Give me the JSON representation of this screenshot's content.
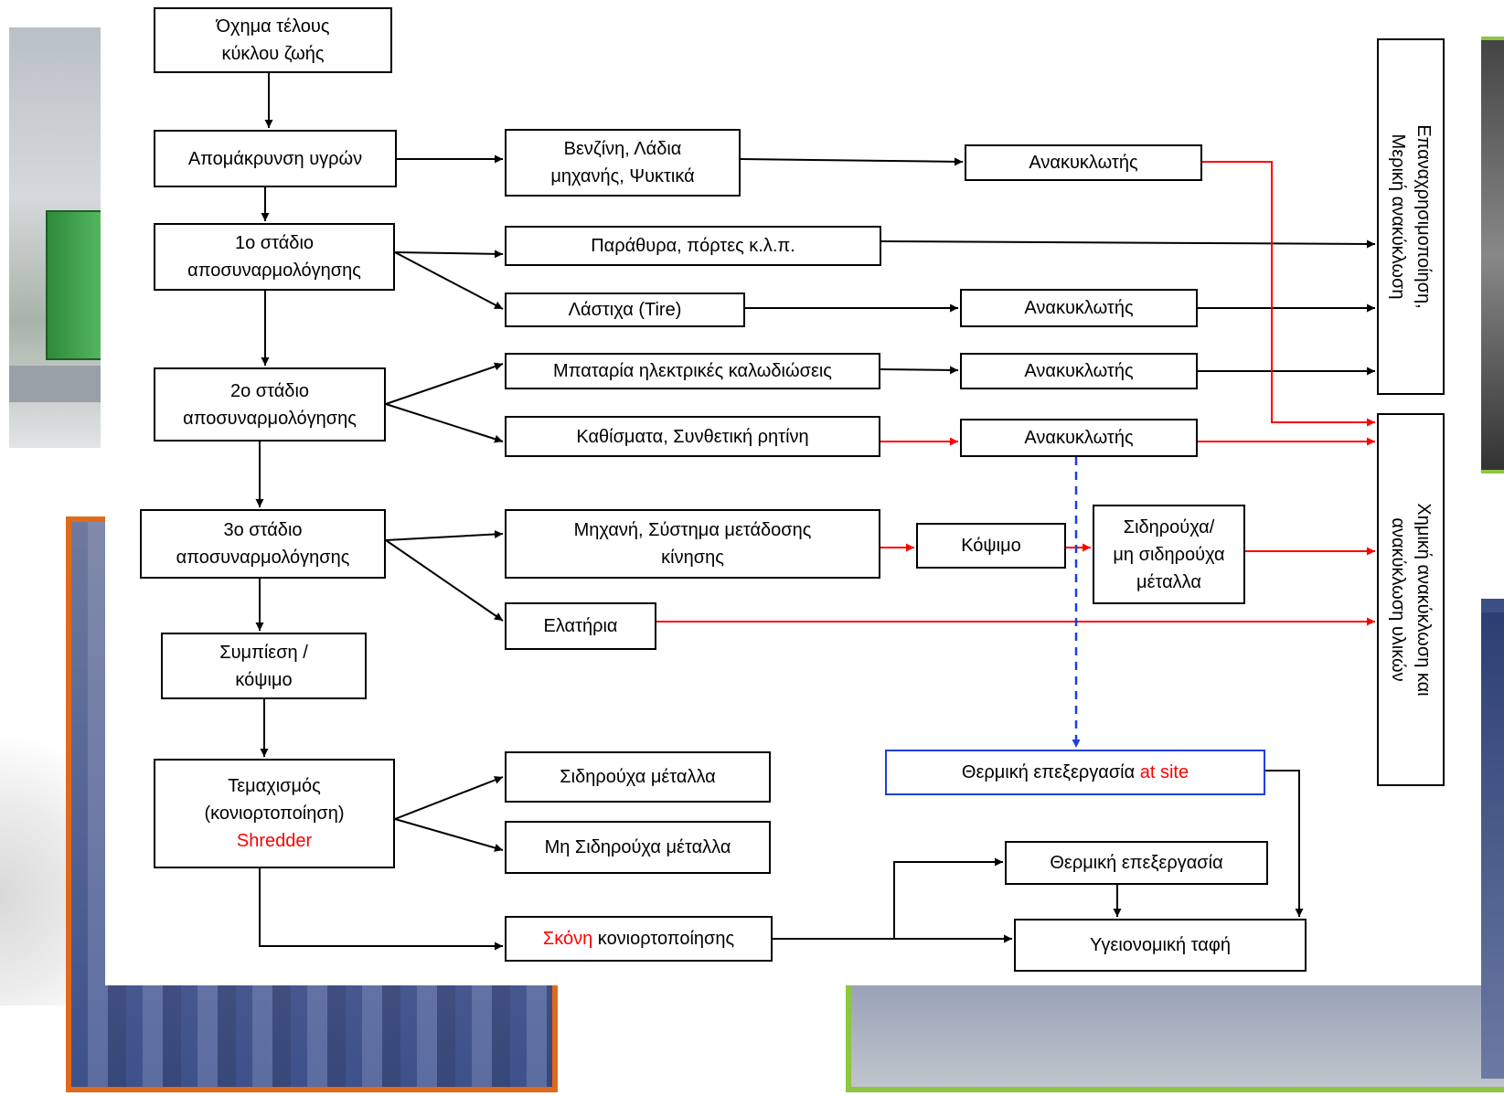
{
  "nodes": {
    "eol_vehicle": {
      "line1": "Όχημα τέλους",
      "line2": "κύκλου ζωής"
    },
    "fluids_removal": "Απομάκρυνση υγρών",
    "stage1": {
      "line1": "1ο στάδιο",
      "line2": "αποσυναρμολόγησης"
    },
    "stage2": {
      "line1": "2ο στάδιο",
      "line2": "αποσυναρμολόγησης"
    },
    "stage3": {
      "line1": "3ο στάδιο",
      "line2": "αποσυναρμολόγησης"
    },
    "compression": {
      "line1": "Συμπίεση /",
      "line2": "κόψιμο"
    },
    "shredding": {
      "line1": "Τεμαχισμός",
      "line2": "(κονιορτοποίηση)",
      "line3": "Shredder"
    },
    "fuel_oils": {
      "line1": "Βενζίνη, Λάδια",
      "line2": "μηχανής, Ψυκτικά"
    },
    "windows_doors": "Παράθυρα, πόρτες κ.λ.π.",
    "tires": "Λάστιχα (Tire)",
    "battery_wiring": "Μπαταρία ηλεκτρικές καλωδιώσεις",
    "seats_resin": "Καθίσματα, Συνθετική ρητίνη",
    "engine_transmission": {
      "line1": "Μηχανή, Σύστημα μετάδοσης",
      "line2": "κίνησης"
    },
    "springs": "Ελατήρια",
    "ferrous_metals": "Σιδηρούχα μέταλλα",
    "nonferrous_metals": "Μη Σιδηρούχα μέταλλα",
    "shredder_dust": {
      "red_part": "Σκόνη",
      "rest": " κονιορτοποίησης"
    },
    "recycler_1": "Ανακυκλωτής",
    "recycler_2": "Ανακυκλωτής",
    "recycler_3": "Ανακυκλωτής",
    "recycler_4": "Ανακυκλωτής",
    "cutting": "Κόψιμο",
    "ferrous_nonferrous": {
      "line1": "Σιδηρούχα/",
      "line2": "μη σιδηρούχα",
      "line3": "μέταλλα"
    },
    "thermal_at_site": {
      "black_part": "Θερμική επεξεργασία ",
      "red_part": "at site"
    },
    "thermal_processing": "Θερμική επεξεργασία",
    "landfill": "Υγειονομική ταφή",
    "reuse_partial": {
      "line1": "Επαναχρησιμοποίηση,",
      "line2": "Μερική ανακύκλωση"
    },
    "chemical_recycling": {
      "line1": "Χημική ανακύκλωση και",
      "line2": "ανακύκλωση υλικών"
    }
  },
  "colors": {
    "black_link": "#000000",
    "red_link": "#ff0000",
    "blue_dashed_link": "#1f3fd8",
    "photo_orange_frame": "#e06a1c",
    "photo_green_frame": "#8dc63f"
  }
}
